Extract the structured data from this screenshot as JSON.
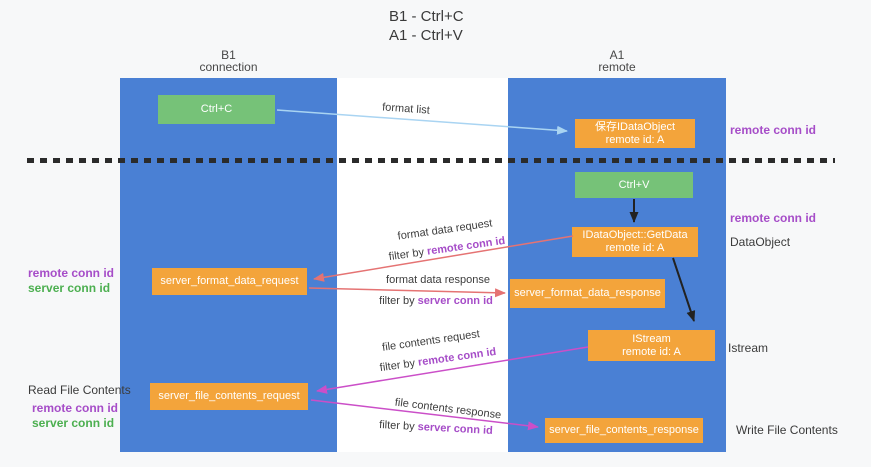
{
  "title": {
    "line1": "B1 - Ctrl+C",
    "line2": "A1 - Ctrl+V"
  },
  "lanes": {
    "left": {
      "title": "B1",
      "subtitle": "connection"
    },
    "right": {
      "title": "A1",
      "subtitle": "remote"
    }
  },
  "nodes": {
    "ctrl_c": {
      "label": "Ctrl+C"
    },
    "save_idataobject": {
      "line1": "保存IDataObject",
      "line2": "remote id: A"
    },
    "ctrl_v": {
      "label": "Ctrl+V"
    },
    "getdata": {
      "line1": "IDataObject::GetData",
      "line2": "remote id: A"
    },
    "server_format_data_request": {
      "label": "server_format_data_request"
    },
    "server_format_data_response": {
      "label": "server_format_data_response"
    },
    "istream": {
      "line1": "IStream",
      "line2": "remote id: A"
    },
    "server_file_contents_request": {
      "label": "server_file_contents_request"
    },
    "server_file_contents_response": {
      "label": "server_file_contents_response"
    }
  },
  "flow_labels": {
    "format_list": "format list",
    "format_data_request": "format data request",
    "format_data_response": "format data response",
    "file_contents_request": "file contents request",
    "file_contents_response": "file contents response",
    "filter_by": "filter by ",
    "remote_conn_id": "remote conn id",
    "server_conn_id": "server conn id"
  },
  "side_labels": {
    "right_remote_conn_id_top": "remote conn id",
    "right_remote_conn_id_mid": "remote conn id",
    "data_object": "DataObject",
    "istream": "Istream",
    "write_file_contents": "Write File Contents",
    "read_file_contents": "Read File Contents",
    "left_remote_conn_id_1": "remote conn id",
    "left_server_conn_id_1": "server conn id",
    "left_remote_conn_id_2": "remote conn id",
    "left_server_conn_id_2": "server conn id"
  },
  "colors": {
    "lane_blue": "#4a80d4",
    "box_green": "#76c278",
    "box_orange": "#f3a43b",
    "arrow_salmon": "#e57373",
    "arrow_magenta": "#cb4fc8",
    "arrow_lightblue": "#a9d4f2",
    "arrow_black": "#222222",
    "text_purple": "#a64dc8",
    "text_green": "#4caf50"
  }
}
